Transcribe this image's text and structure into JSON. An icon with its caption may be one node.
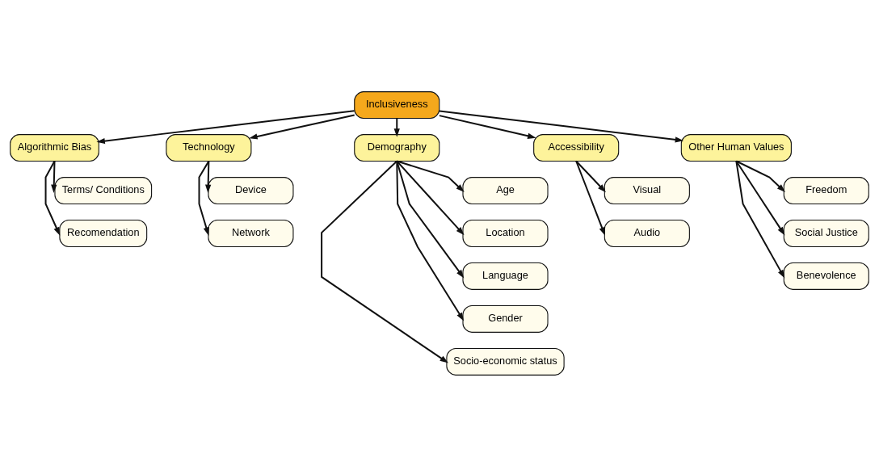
{
  "diagram": {
    "nodes": [
      {
        "text": [
          "Inclusiveness"
        ]
      },
      {
        "text": [
          "Algorithmic Bias"
        ]
      },
      {
        "text": [
          "Technology"
        ]
      },
      {
        "text": [
          "Demography"
        ]
      },
      {
        "text": [
          "Accessibility"
        ]
      },
      {
        "text": [
          "Other Human Values"
        ]
      },
      {
        "text": [
          "Terms/ Conditions"
        ]
      },
      {
        "text": [
          "Recomendation"
        ]
      },
      {
        "text": [
          "Device"
        ]
      },
      {
        "text": [
          "Network"
        ]
      },
      {
        "text": [
          "Age"
        ]
      },
      {
        "text": [
          "Location"
        ]
      },
      {
        "text": [
          "Language"
        ]
      },
      {
        "text": [
          "Gender"
        ]
      },
      {
        "text": [
          "Socio-economic status"
        ]
      },
      {
        "text": [
          "Visual"
        ]
      },
      {
        "text": [
          "Audio"
        ]
      },
      {
        "text": [
          "Freedom"
        ]
      },
      {
        "text": [
          "Social Justice"
        ]
      },
      {
        "text": [
          "Benevolence"
        ]
      }
    ],
    "edges": [
      {
        "from": 0,
        "to": 1,
        "arrow": "to"
      },
      {
        "from": 0,
        "to": 2,
        "arrow": "to"
      },
      {
        "from": 0,
        "to": 3,
        "arrow": "to"
      },
      {
        "from": 0,
        "to": 4,
        "arrow": "to"
      },
      {
        "from": 0,
        "to": 5,
        "arrow": "to"
      },
      {
        "from": 1,
        "to": 6,
        "arrow": "to"
      },
      {
        "from": 1,
        "to": 7,
        "arrow": "to"
      },
      {
        "from": 2,
        "to": 8,
        "arrow": "to"
      },
      {
        "from": 2,
        "to": 9,
        "arrow": "to"
      },
      {
        "from": 3,
        "to": 10,
        "arrow": "to"
      },
      {
        "from": 3,
        "to": 11,
        "arrow": "to"
      },
      {
        "from": 3,
        "to": 12,
        "arrow": "to"
      },
      {
        "from": 3,
        "to": 13,
        "arrow": "to"
      },
      {
        "from": 3,
        "to": 14,
        "arrow": "to"
      },
      {
        "from": 4,
        "to": 15,
        "arrow": "to"
      },
      {
        "from": 4,
        "to": 16,
        "arrow": "to"
      },
      {
        "from": 5,
        "to": 17,
        "arrow": "to"
      },
      {
        "from": 5,
        "to": 18,
        "arrow": "to"
      },
      {
        "from": 5,
        "to": 19,
        "arrow": "to"
      }
    ]
  }
}
